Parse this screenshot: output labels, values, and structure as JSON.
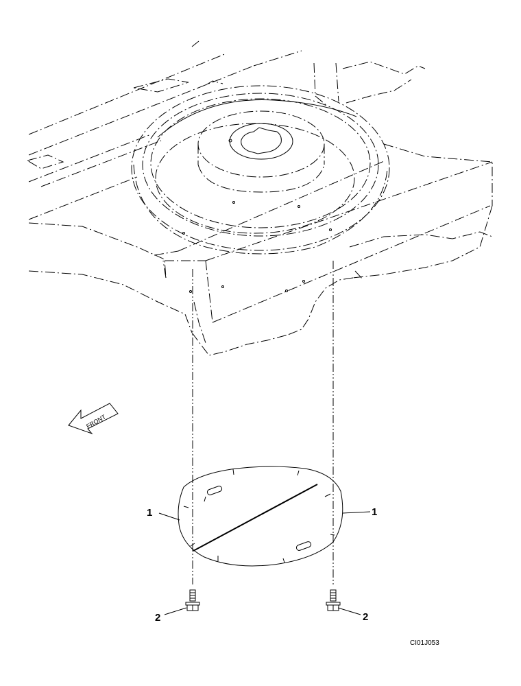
{
  "callouts": {
    "cover_left": "1",
    "cover_right": "1",
    "bolt_left": "2",
    "bolt_right": "2"
  },
  "direction_arrow": {
    "label": "FRONT",
    "icon": "front-arrow-icon"
  },
  "drawing_code": "CI01J053"
}
